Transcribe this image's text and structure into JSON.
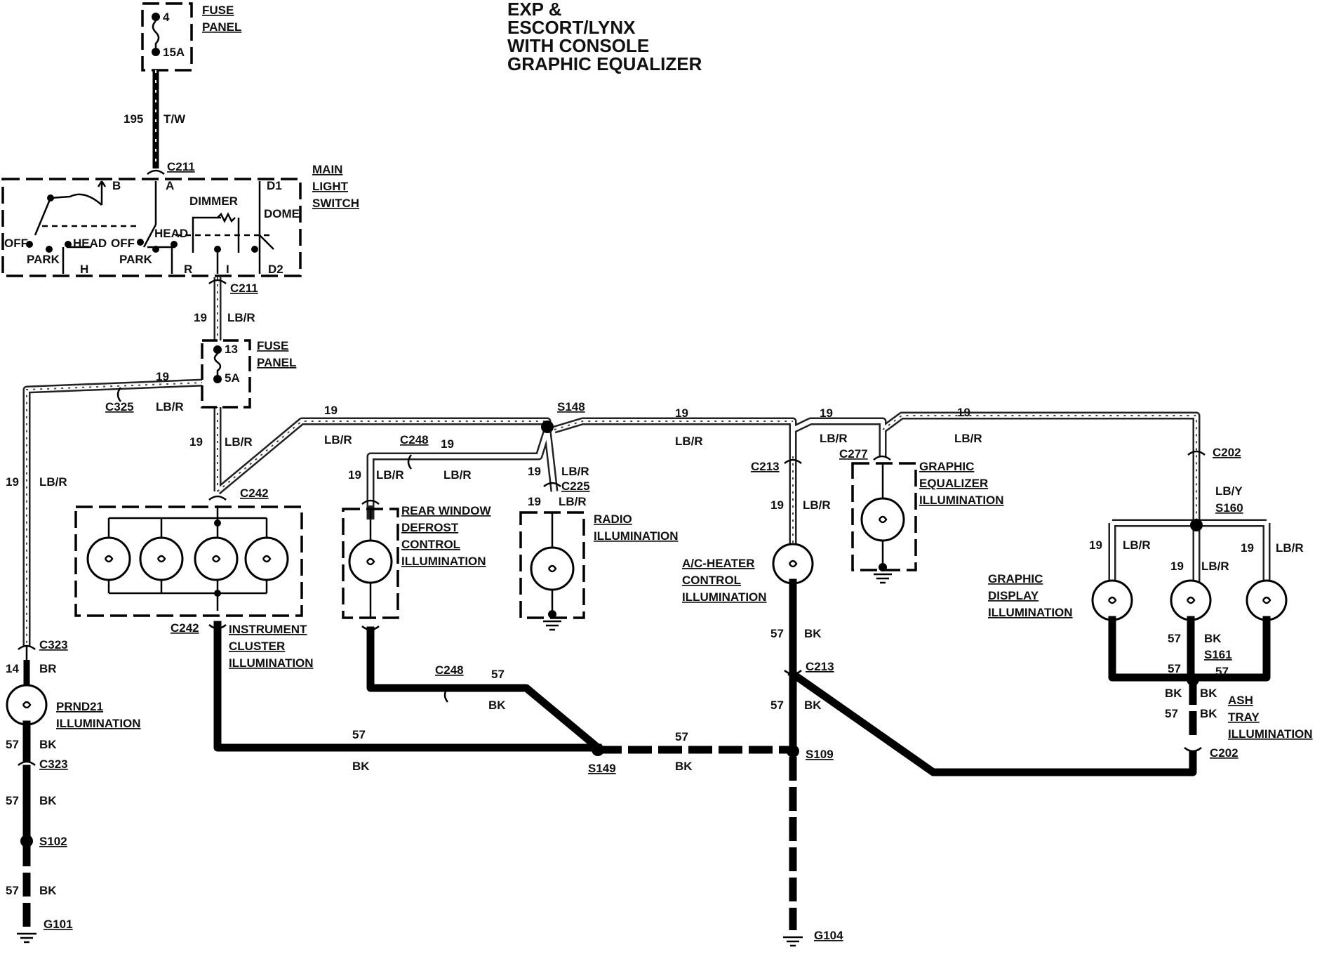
{
  "title_lines": [
    "EXP &",
    "ESCORT/LYNX",
    "WITH CONSOLE",
    "GRAPHIC EQUALIZER"
  ],
  "fuse_top": {
    "number": "4",
    "rating": "15A",
    "label1": "FUSE",
    "label2": "PANEL"
  },
  "fuse_mid": {
    "number": "13",
    "rating": "5A",
    "label1": "FUSE",
    "label2": "PANEL"
  },
  "main_switch": {
    "label1": "MAIN",
    "label2": "LIGHT",
    "label3": "SWITCH",
    "terminals": [
      "B",
      "A",
      "D1",
      "DOME",
      "DIMMER",
      "HEAD",
      "OFF",
      "PARK",
      "HEAD",
      "OFF",
      "PARK",
      "H",
      "R",
      "I",
      "D2"
    ]
  },
  "connectors": {
    "c211": "C211",
    "c325": "C325",
    "c242": "C242",
    "c248": "C248",
    "c225": "C225",
    "c213": "C213",
    "c277": "C277",
    "c202": "C202",
    "c323": "C323"
  },
  "splices": {
    "s148": "S148",
    "s149": "S149",
    "s109": "S109",
    "s102": "S102",
    "s160": "S160",
    "s161": "S161"
  },
  "grounds": {
    "g101": "G101",
    "g104": "G104"
  },
  "wires": {
    "w195": "195",
    "tw": "T/W",
    "c19": "19",
    "lbr": "LB/R",
    "lby": "LB/Y",
    "c57": "57",
    "bk": "BK",
    "c14": "14",
    "br": "BR"
  },
  "components": {
    "instrument": [
      "INSTRUMENT",
      "CLUSTER",
      "ILLUMINATION"
    ],
    "rear_defrost": [
      "REAR WINDOW",
      "DEFROST",
      "CONTROL",
      "ILLUMINATION"
    ],
    "radio": [
      "RADIO",
      "ILLUMINATION"
    ],
    "ac_heater": [
      "A/C-HEATER",
      "CONTROL",
      "ILLUMINATION"
    ],
    "graphic_eq": [
      "GRAPHIC",
      "EQUALIZER",
      "ILLUMINATION"
    ],
    "graphic_display": [
      "GRAPHIC",
      "DISPLAY",
      "ILLUMINATION"
    ],
    "ash_tray": [
      "ASH",
      "TRAY",
      "ILLUMINATION"
    ],
    "prnd21": [
      "PRND21",
      "ILLUMINATION"
    ]
  },
  "colors": {
    "wire": "#000000",
    "background": "#ffffff"
  }
}
